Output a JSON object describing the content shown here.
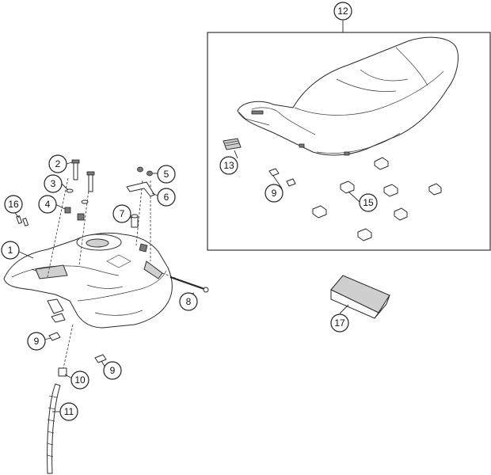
{
  "callouts": [
    {
      "id": "c1",
      "label": "1"
    },
    {
      "id": "c2",
      "label": "2"
    },
    {
      "id": "c3",
      "label": "3"
    },
    {
      "id": "c4",
      "label": "4"
    },
    {
      "id": "c5",
      "label": "5"
    },
    {
      "id": "c6",
      "label": "6"
    },
    {
      "id": "c7",
      "label": "7"
    },
    {
      "id": "c8",
      "label": "8"
    },
    {
      "id": "c9a",
      "label": "9"
    },
    {
      "id": "c9b",
      "label": "9"
    },
    {
      "id": "c9c",
      "label": "9"
    },
    {
      "id": "c10",
      "label": "10"
    },
    {
      "id": "c11",
      "label": "11"
    },
    {
      "id": "c12",
      "label": "12"
    },
    {
      "id": "c13",
      "label": "13"
    },
    {
      "id": "c15",
      "label": "15"
    },
    {
      "id": "c16",
      "label": "16"
    },
    {
      "id": "c17",
      "label": "17"
    }
  ]
}
